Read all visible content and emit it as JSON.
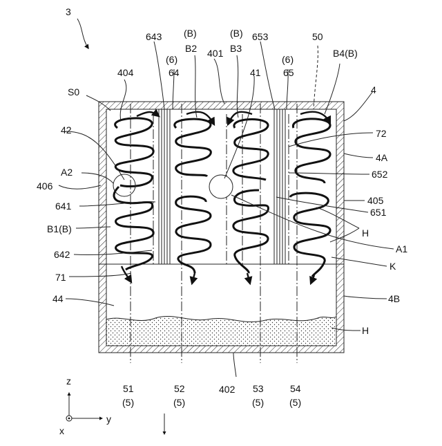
{
  "labels": {
    "fig_number": "3",
    "l_50": "50",
    "l_B4B": "B4(B)",
    "l_4": "4",
    "l_72": "72",
    "l_4A": "4A",
    "l_652": "652",
    "l_405": "405",
    "l_651": "651",
    "l_H_right": "H",
    "l_A1": "A1",
    "l_K": "K",
    "l_4B": "4B",
    "l_H_bottom": "H",
    "l_643": "643",
    "l_B_1": "(B)",
    "l_B2": "B2",
    "l_6_1": "(6)",
    "l_64": "64",
    "l_401": "401",
    "l_B_2": "(B)",
    "l_B3": "B3",
    "l_653": "653",
    "l_6_2": "(6)",
    "l_65": "65",
    "l_41": "41",
    "l_404": "404",
    "l_S0": "S0",
    "l_42": "42",
    "l_A2": "A2",
    "l_406": "406",
    "l_641": "641",
    "l_B1B": "B1(B)",
    "l_642": "642",
    "l_71": "71",
    "l_44": "44",
    "l_51": "51",
    "l_5_1": "(5)",
    "l_52": "52",
    "l_5_2": "(5)",
    "l_402": "402",
    "l_53": "53",
    "l_5_3": "(5)",
    "l_54": "54",
    "l_5_4": "(5)",
    "axis_z": "z",
    "axis_y": "y",
    "axis_x": "x"
  }
}
